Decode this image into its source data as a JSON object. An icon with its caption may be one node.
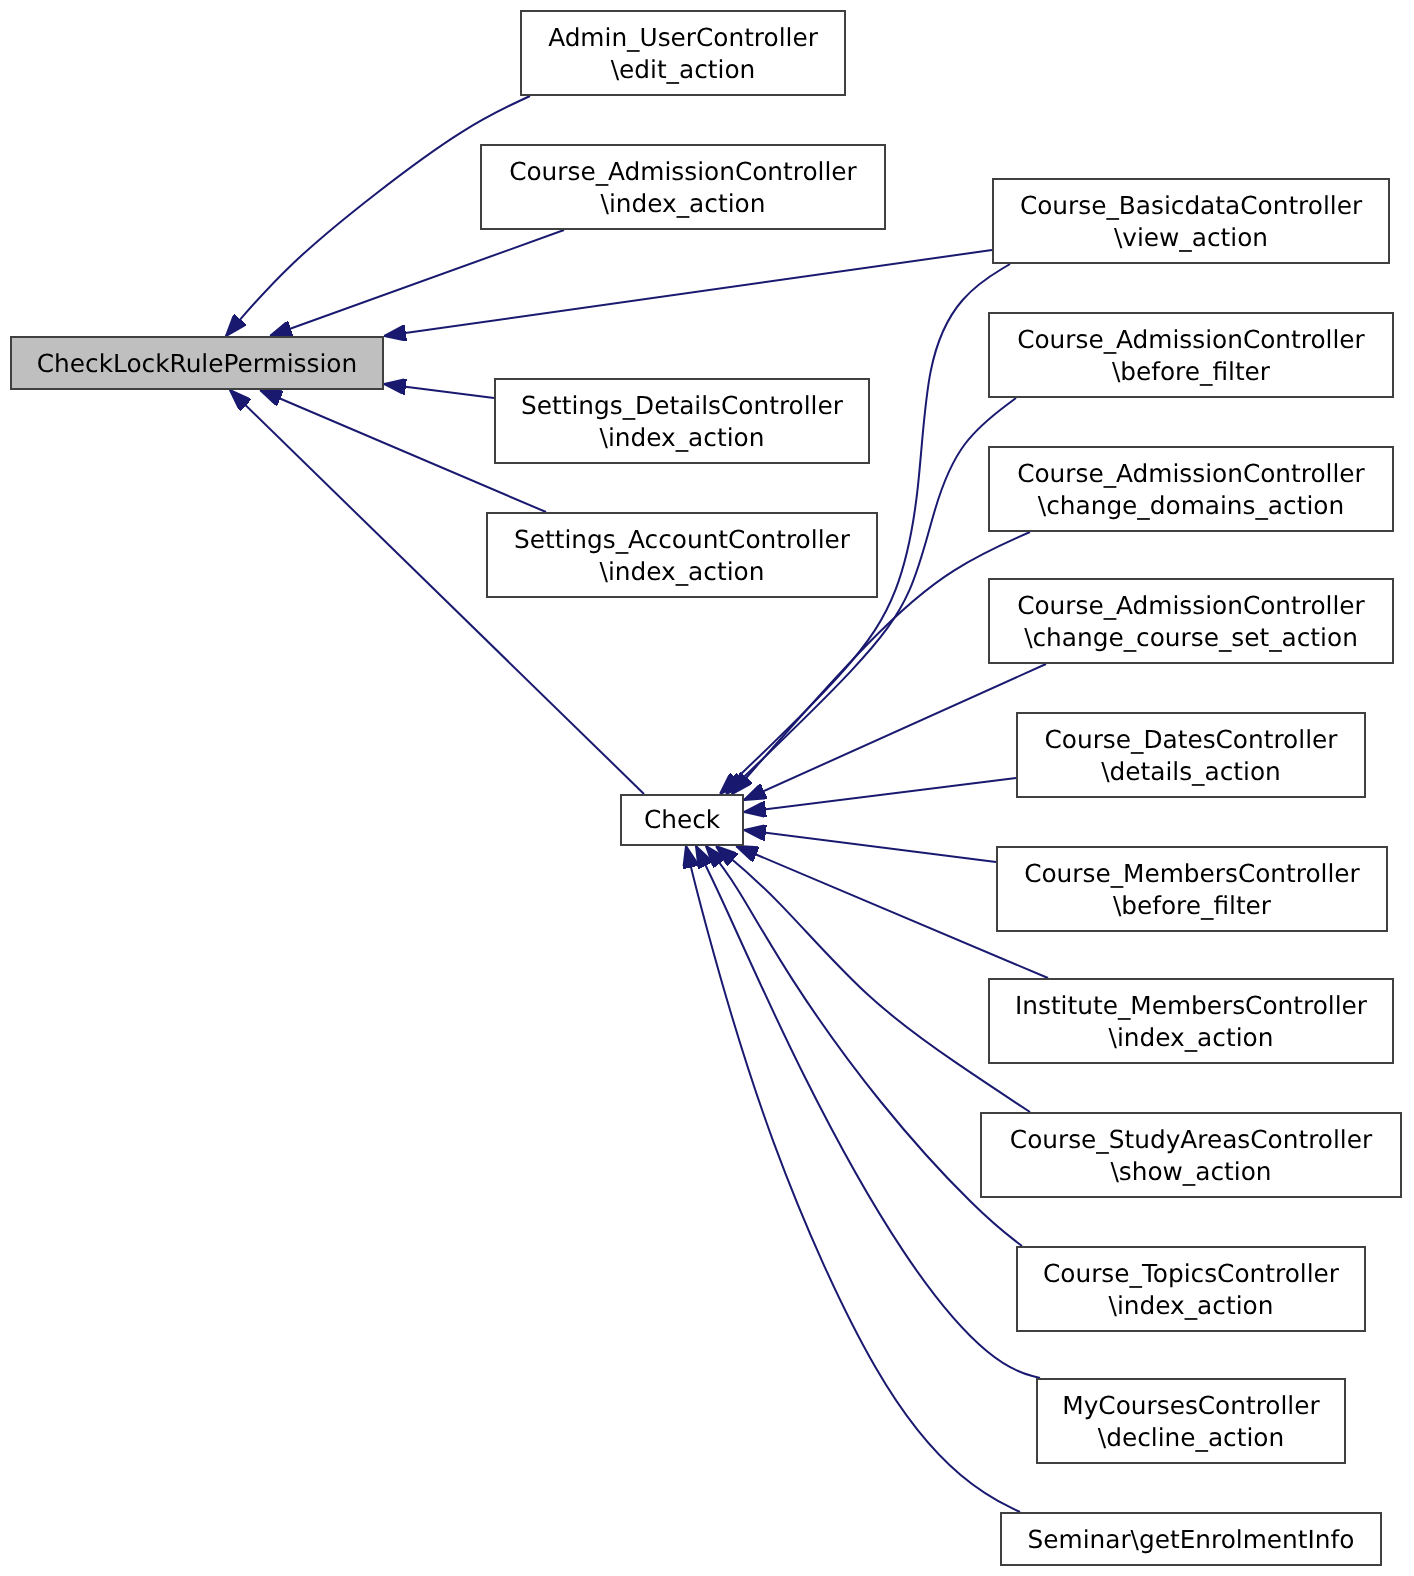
{
  "diagram": {
    "nodes": [
      {
        "text": [
          "CheckLockRulePermission"
        ]
      },
      {
        "text": [
          "Admin_UserController \\edit_action"
        ]
      },
      {
        "text": [
          "Course_AdmissionController \\index_action"
        ]
      },
      {
        "text": [
          "Settings_DetailsController \\index_action"
        ]
      },
      {
        "text": [
          "Settings_AccountController \\index_action"
        ]
      },
      {
        "text": [
          "Check"
        ]
      },
      {
        "text": [
          "Course_BasicdataController \\view_action"
        ]
      },
      {
        "text": [
          "Course_AdmissionController \\before_filter"
        ]
      },
      {
        "text": [
          "Course_AdmissionController \\change_domains_action"
        ]
      },
      {
        "text": [
          "Course_AdmissionController \\change_course_set_action"
        ]
      },
      {
        "text": [
          "Course_DatesController \\details_action"
        ]
      },
      {
        "text": [
          "Course_MembersController \\before_filter"
        ]
      },
      {
        "text": [
          "Institute_MembersController \\index_action"
        ]
      },
      {
        "text": [
          "Course_StudyAreasController \\show_action"
        ]
      },
      {
        "text": [
          "Course_TopicsController \\index_action"
        ]
      },
      {
        "text": [
          "MyCoursesController \\decline_action"
        ]
      },
      {
        "text": [
          "Seminar\\getEnrolmentInfo"
        ]
      }
    ],
    "edges": [
      {
        "from": 1,
        "to": 0,
        "arrow": "to"
      },
      {
        "from": 2,
        "to": 0,
        "arrow": "to"
      },
      {
        "from": 6,
        "to": 0,
        "arrow": "to"
      },
      {
        "from": 3,
        "to": 0,
        "arrow": "to"
      },
      {
        "from": 4,
        "to": 0,
        "arrow": "to"
      },
      {
        "from": 5,
        "to": 0,
        "arrow": "to"
      },
      {
        "from": 6,
        "to": 5,
        "arrow": "to"
      },
      {
        "from": 7,
        "to": 5,
        "arrow": "to"
      },
      {
        "from": 8,
        "to": 5,
        "arrow": "to"
      },
      {
        "from": 9,
        "to": 5,
        "arrow": "to"
      },
      {
        "from": 10,
        "to": 5,
        "arrow": "to"
      },
      {
        "from": 11,
        "to": 5,
        "arrow": "to"
      },
      {
        "from": 12,
        "to": 5,
        "arrow": "to"
      },
      {
        "from": 13,
        "to": 5,
        "arrow": "to"
      },
      {
        "from": 14,
        "to": 5,
        "arrow": "to"
      },
      {
        "from": 15,
        "to": 5,
        "arrow": "to"
      },
      {
        "from": 16,
        "to": 5,
        "arrow": "to"
      }
    ]
  }
}
